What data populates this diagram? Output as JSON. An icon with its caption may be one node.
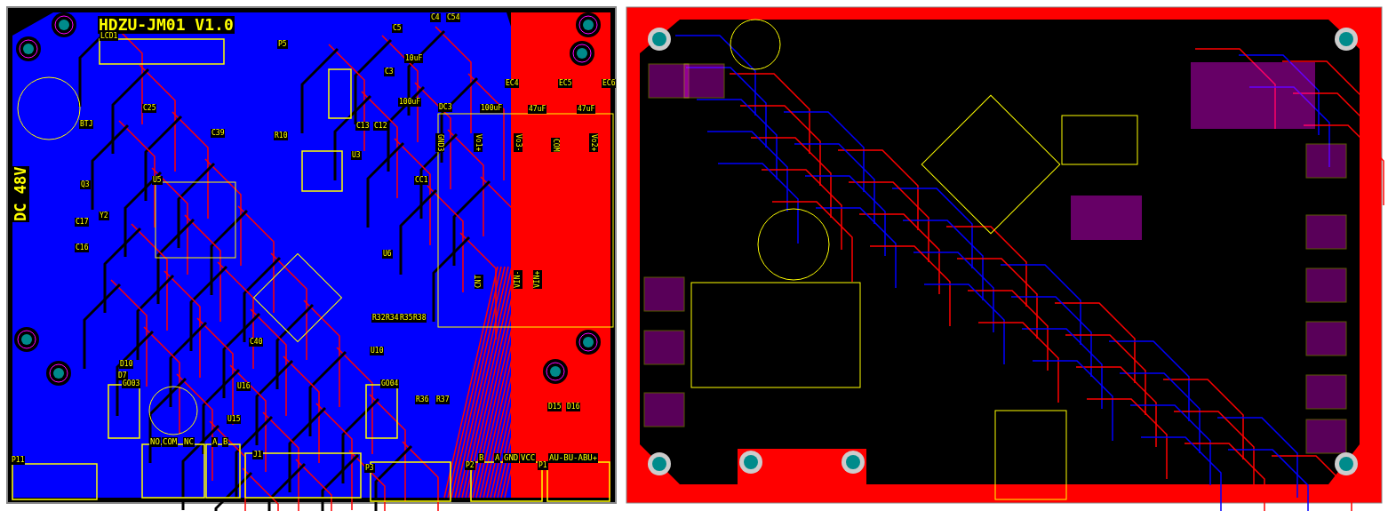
{
  "diagram": {
    "labels": [
      "HDZU-JM01 V1.0",
      "DC 48V",
      "LCD1",
      "P5",
      "C4",
      "C54",
      "C5",
      "10uF",
      "C3",
      "100uF",
      "DC3",
      "EC4",
      "100uF",
      "EC5",
      "47uF",
      "EC6",
      "47uF",
      "BTJ",
      "C25",
      "U5",
      "C39",
      "R10",
      "C13",
      "C12",
      "U3",
      "GND3",
      "Vo1+",
      "Vo3-",
      "COM",
      "Vo2+",
      "Q3",
      "Y2",
      "C17",
      "CC1",
      "C16",
      "U6",
      "CNT",
      "VIN-",
      "VIN+",
      "C40",
      "R32",
      "R34",
      "R35",
      "R38",
      "U10",
      "D10",
      "D7",
      "GO03",
      "U16",
      "GO04",
      "R36",
      "R37",
      "U15",
      "D15",
      "D16",
      "NO",
      "COM",
      "NC",
      "A",
      "B",
      "J1",
      "P11",
      "P3",
      "P2",
      "B",
      "A",
      "GND",
      "VCC",
      "P1",
      "AU-BU-ABU+"
    ]
  }
}
